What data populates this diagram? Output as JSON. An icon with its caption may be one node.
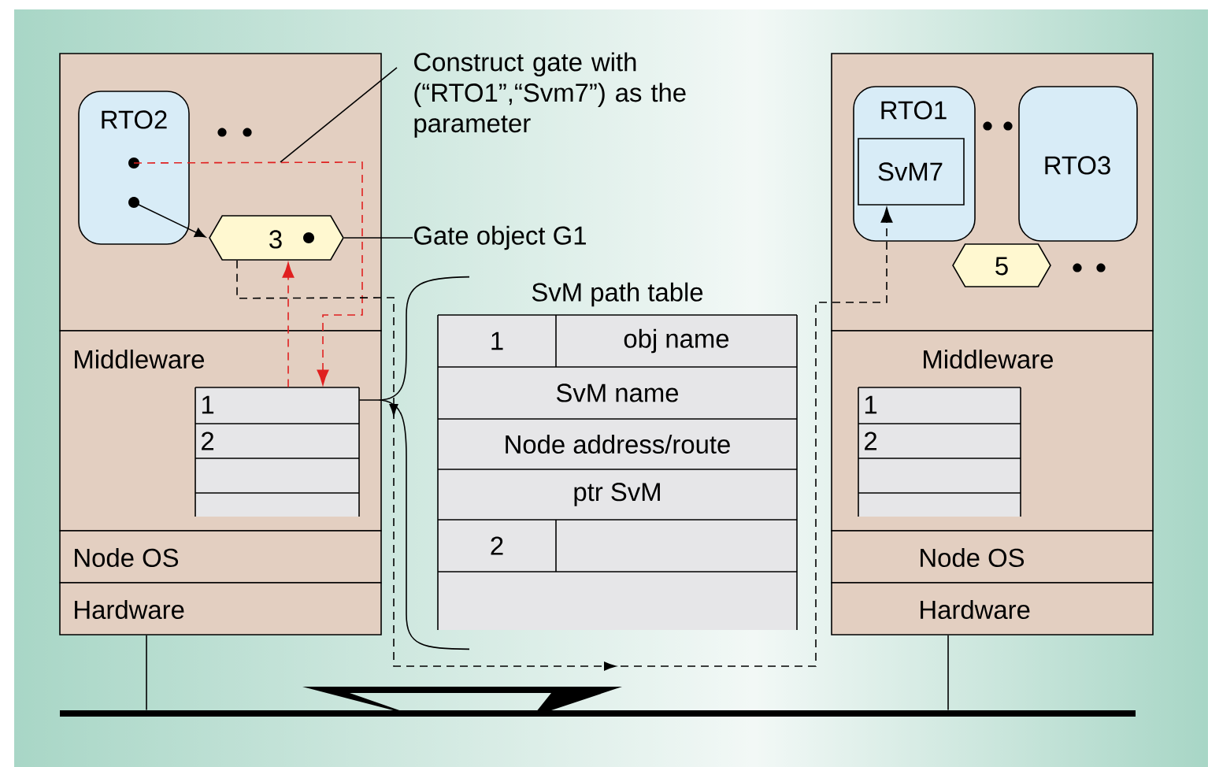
{
  "diagram": {
    "nodes": [
      {
        "text": [],
        "shape": "box"
      },
      {
        "text": [
          "RTO2"
        ],
        "in": 0
      },
      {
        "text": [
          "3"
        ],
        "in": 0
      },
      {
        "text": [
          "Middleware"
        ]
      },
      {
        "text": [
          "1",
          "2"
        ],
        "in": 3
      },
      {
        "text": [
          "Node OS"
        ]
      },
      {
        "text": [
          "Hardware"
        ]
      },
      {
        "text": [
          "Construct gate with (“RTO1”,“Svm7”) as the parameter"
        ]
      },
      {
        "text": [
          "Gate object G1"
        ]
      },
      {
        "text": [
          "SvM path table",
          "1",
          "obj name",
          "SvM name",
          "Node address/route",
          "ptr SvM",
          "2"
        ]
      },
      {
        "text": [],
        "shape": "box"
      },
      {
        "text": [
          "RTO1"
        ],
        "in": 10
      },
      {
        "text": [
          "SvM7"
        ],
        "in": 11
      },
      {
        "text": [
          "RTO3"
        ],
        "in": 10
      },
      {
        "text": [
          "5"
        ],
        "in": 10
      },
      {
        "text": [
          "Middleware"
        ]
      },
      {
        "text": [
          "1",
          "2"
        ],
        "in": 15
      },
      {
        "text": [
          "Node OS"
        ]
      },
      {
        "text": [
          "Hardware"
        ]
      },
      {
        "text": [],
        "shape": "bar"
      },
      {
        "text": [],
        "shape": "lightning"
      }
    ],
    "edges": [
      {
        "from": 1,
        "to": 2,
        "arrow": "to"
      },
      {
        "from": 1,
        "to": 4,
        "arrow": "to",
        "style": "dashed",
        "color": "#e02020"
      },
      {
        "from": 4,
        "to": 2,
        "arrow": "to",
        "style": "dashed",
        "color": "#e02020"
      },
      {
        "from": 2,
        "to": 12,
        "arrow": "to",
        "style": "dashed"
      },
      {
        "from": 7,
        "to": null,
        "arrow": "none"
      },
      {
        "from": 8,
        "to": 2,
        "arrow": "none"
      },
      {
        "from": 4,
        "to": 9,
        "arrow": "none"
      },
      {
        "from": 6,
        "to": 19,
        "arrow": "none"
      },
      {
        "from": 18,
        "to": 19,
        "arrow": "none"
      }
    ]
  }
}
